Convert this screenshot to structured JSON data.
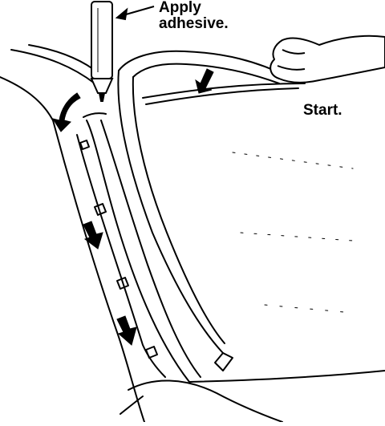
{
  "figure": {
    "labels": {
      "apply_line1": "Apply",
      "apply_line2": "adhesive.",
      "start": "Start."
    },
    "icons": {
      "adhesive_gun": "adhesive-applicator-icon",
      "hand": "hand-icon",
      "direction_arrow": "direction-arrow-icon"
    },
    "colors": {
      "ink": "#000000",
      "paper": "#ffffff"
    }
  }
}
